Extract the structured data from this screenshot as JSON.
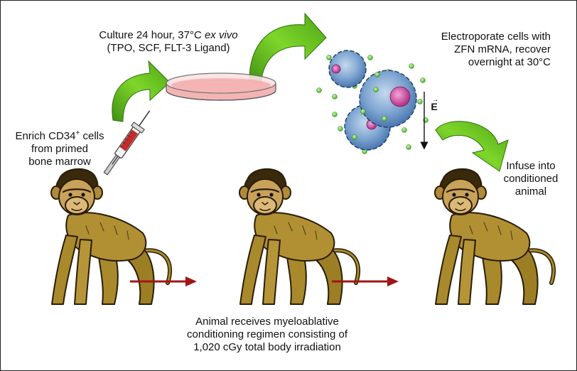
{
  "steps": {
    "culture": {
      "line1_prefix": "Culture 24 hour, 37°C ",
      "line1_italic": "ex vivo",
      "line2": "(TPO, SCF, FLT-3 Ligand)"
    },
    "electroporate": {
      "line1": "Electroporate cells with",
      "line2": "ZFN mRNA, recover",
      "line3": "overnight at 30°C"
    },
    "enrich": {
      "line1_prefix": "Enrich CD34",
      "line1_sup": "+",
      "line1_suffix": " cells",
      "line2": "from primed",
      "line3": "bone marrow"
    },
    "infuse": {
      "line1": "Infuse into",
      "line2": "conditioned",
      "line3": "animal"
    },
    "conditioning": {
      "line1": "Animal receives myeloablative",
      "line2": "conditioning regimen consisting of",
      "line3": "1,020 cGy total body irradiation"
    }
  },
  "field_label": "E",
  "colors": {
    "green_arrow": "#6fc21f",
    "red_arrow": "#a01515",
    "cell_blue": "#6f98c8",
    "nucleus_pink": "#d04aa0",
    "mrna_green": "#7ed957",
    "dish_pink": "#f1a4a4",
    "monkey_fur": "#a88a2c"
  },
  "icons": [
    "syringe-icon",
    "petri-dish-icon",
    "cell-icon",
    "monkey-icon",
    "electric-field-icon"
  ]
}
